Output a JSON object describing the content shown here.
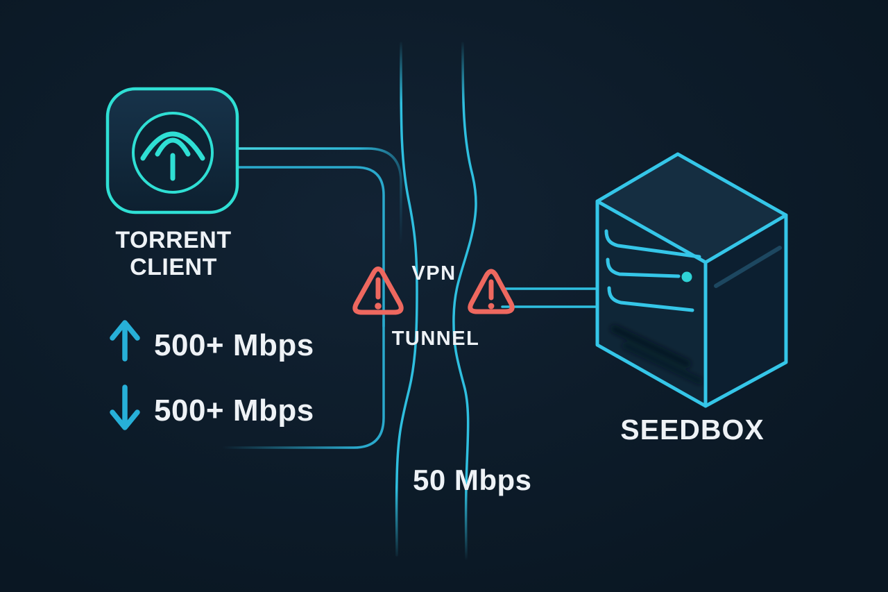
{
  "title": "Torrent client through VPN tunnel to seedbox — bandwidth bottleneck diagram",
  "colors": {
    "background": "#0d1c2a",
    "panel": "#12293b",
    "cyan": "#2fdfd4",
    "line": "#2fbfdf",
    "arrow": "#27b0d8",
    "warning": "#ee685f",
    "text": "#eef2f6",
    "server_stroke": "#35c6e8",
    "server_face_top": "#152e41",
    "server_face_left": "#0f2637",
    "server_face_right": "#0c1f30",
    "led": "#2fd3d6"
  },
  "nodes": {
    "torrent_client": {
      "label": "TORRENT CLIENT",
      "icon": "broadcast-icon"
    },
    "seedbox": {
      "label": "SEEDBOX",
      "icon": "server-icon"
    }
  },
  "client_speeds": {
    "upload": {
      "icon": "up-arrow-icon",
      "value": "500+ Mbps"
    },
    "download": {
      "icon": "down-arrow-icon",
      "value": "500+ Mbps"
    }
  },
  "tunnel": {
    "label_line1": "VPN",
    "label_line2": "TUNNEL",
    "bandwidth": "50 Mbps",
    "warning_icon": "warning-triangle-icon",
    "warning_count": 2
  }
}
